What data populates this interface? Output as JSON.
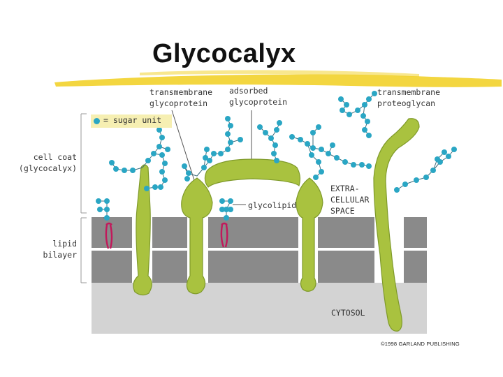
{
  "title": "Glycocalyx",
  "labels": {
    "transmembrane_glycoprotein": "transmembrane\nglycoprotein",
    "adsorbed_glycoprotein": "adsorbed\nglycoprotein",
    "transmembrane_proteoglycan": "transmembrane\nproteoglycan",
    "cell_coat": "cell coat\n(glycocalyx)",
    "lipid_bilayer": "lipid\nbilayer",
    "glycolipid": "glycolipid",
    "extracellular_space": "EXTRA-\nCELLULAR\nSPACE",
    "cytosol": "CYTOSOL"
  },
  "legend": {
    "text": "= sugar unit"
  },
  "copyright": "©1998 GARLAND PUBLISHING",
  "colors": {
    "sugar": "#2aa6c4",
    "protein": "#a9c23f",
    "protein_outline": "#7f9a2a",
    "membrane": "#8a8a8a",
    "cytosol": "#d3d3d3",
    "lipid_tail": "#c2185b",
    "title_highlight": "#f1cf1e"
  }
}
